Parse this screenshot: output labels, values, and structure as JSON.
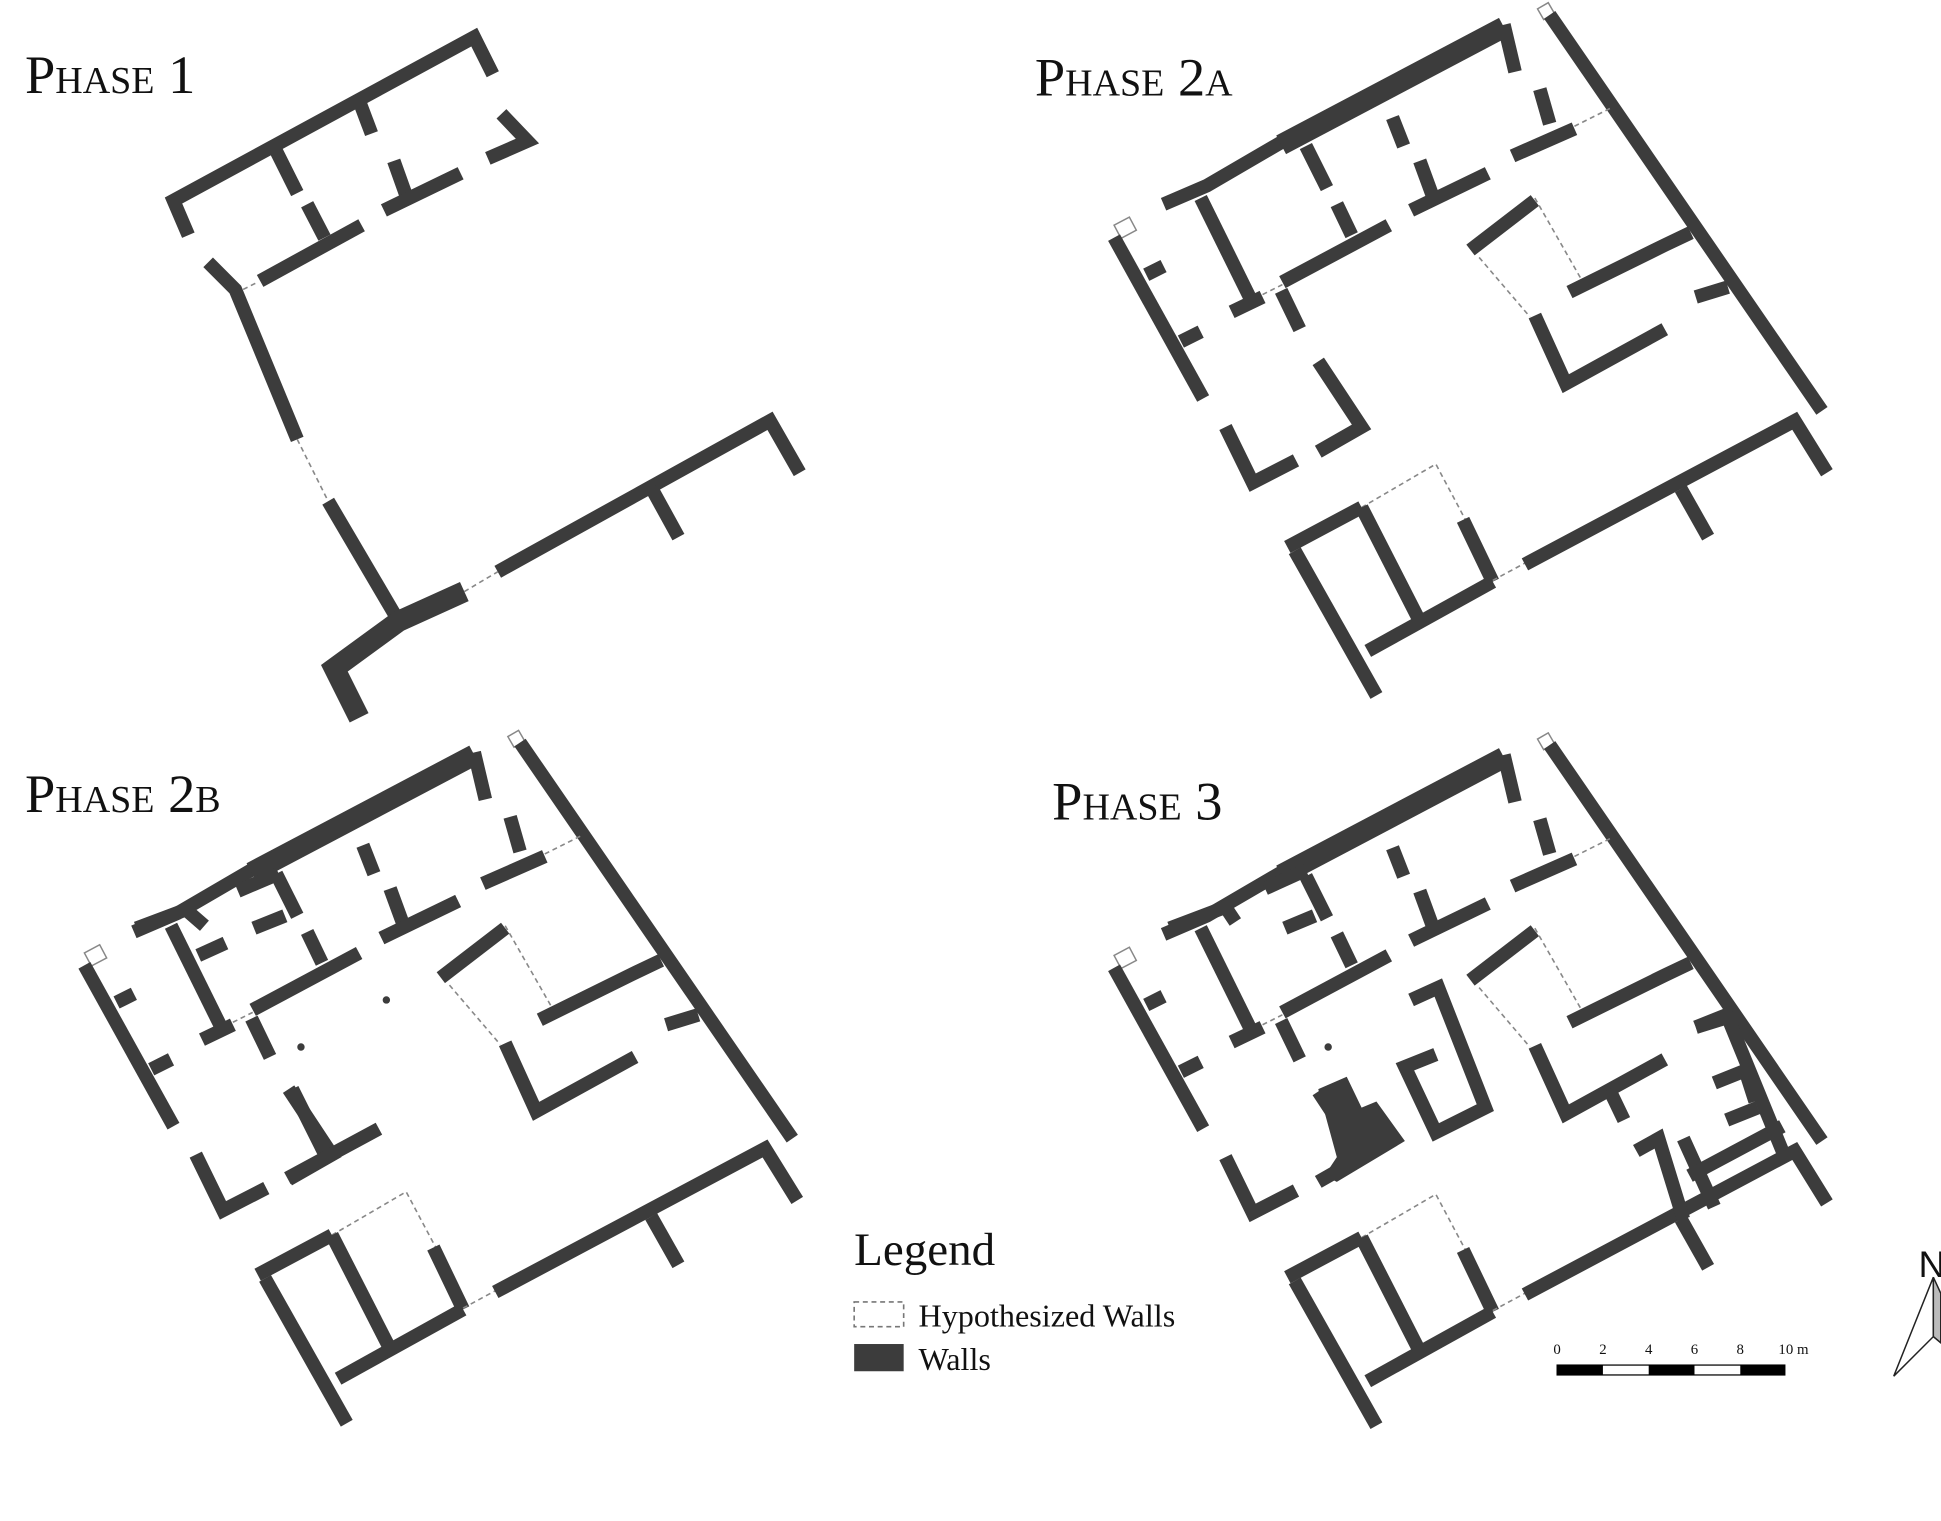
{
  "phases": [
    {
      "label": "Phase 1"
    },
    {
      "label": "Phase 2a"
    },
    {
      "label": "Phase 2b"
    },
    {
      "label": "Phase 3"
    }
  ],
  "legend": {
    "title": "Legend",
    "items": [
      {
        "label": "Hypothesized Walls",
        "style": "dashed-outline"
      },
      {
        "label": "Walls",
        "color": "#3c3c3c"
      }
    ]
  },
  "scale_bar": {
    "ticks": [
      "0",
      "2",
      "4",
      "6",
      "8",
      "10 m"
    ]
  },
  "north_arrow": {
    "label": "N"
  },
  "colors": {
    "wall": "#3c3c3c",
    "hypothesized_wall": "#888888",
    "background": "#ffffff"
  }
}
